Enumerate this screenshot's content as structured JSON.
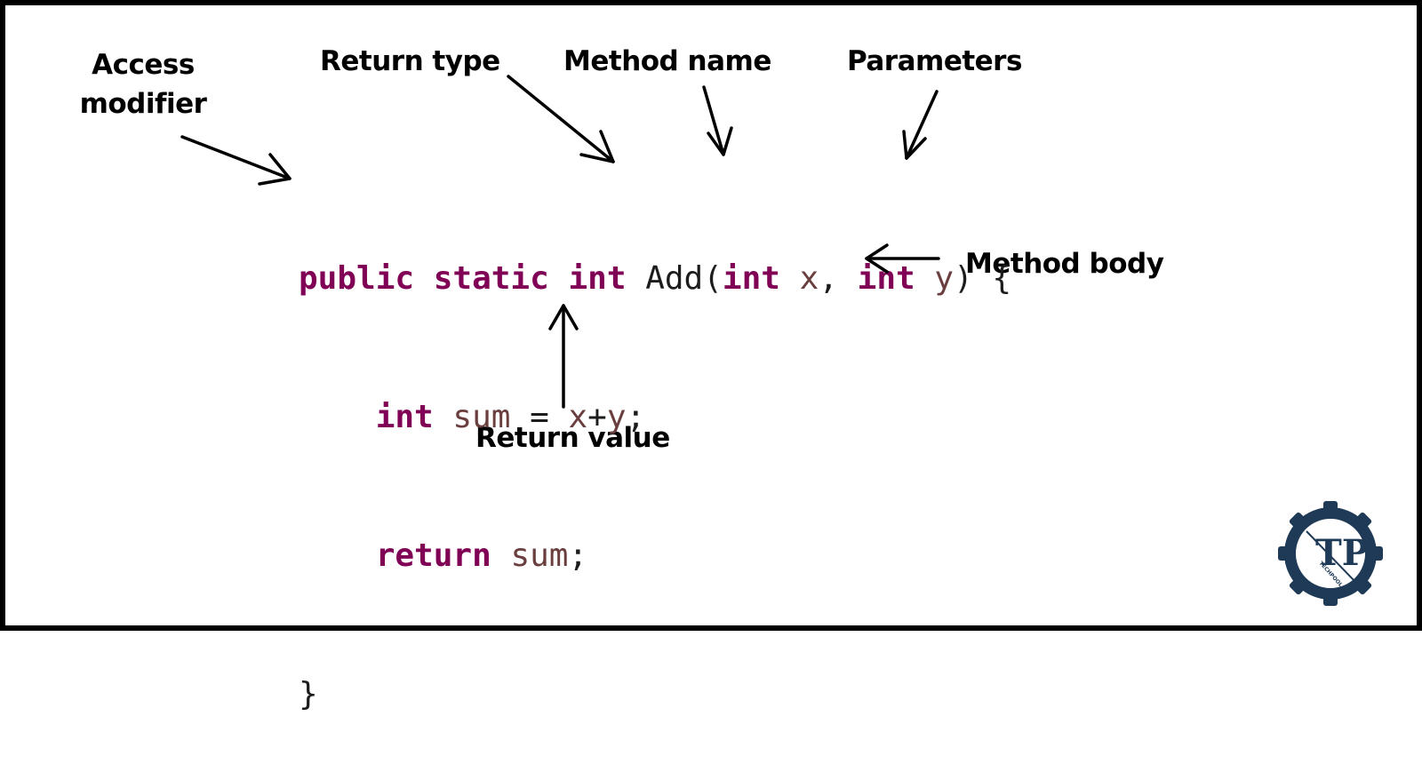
{
  "labels": {
    "access_modifier_line1": "Access",
    "access_modifier_line2": "modifier",
    "return_type": "Return type",
    "method_name": "Method name",
    "parameters": "Parameters",
    "method_body": "Method body",
    "return_value": "Return value"
  },
  "code": {
    "line1": {
      "public": "public",
      "static": "static",
      "int": "int",
      "name": "Add",
      "open_paren": "(",
      "param_type1": "int",
      "param1": "x",
      "comma": ", ",
      "param_type2": "int",
      "param2": "y",
      "close": ") {"
    },
    "line2": {
      "type": "int",
      "var": "sum",
      "assign": " = ",
      "x": "x",
      "plus": "+",
      "y": "y",
      "semi": ";"
    },
    "line3": {
      "keyword": "return",
      "var": "sum",
      "semi": ";"
    },
    "line4": {
      "brace": "}"
    }
  },
  "logo": {
    "monogram": "TP",
    "text": "TECHPOOL"
  },
  "colors": {
    "keyword": "#7f0055",
    "variable": "#6a3e3e",
    "plain": "#1c1c1c",
    "logo_navy": "#1f3a56"
  }
}
